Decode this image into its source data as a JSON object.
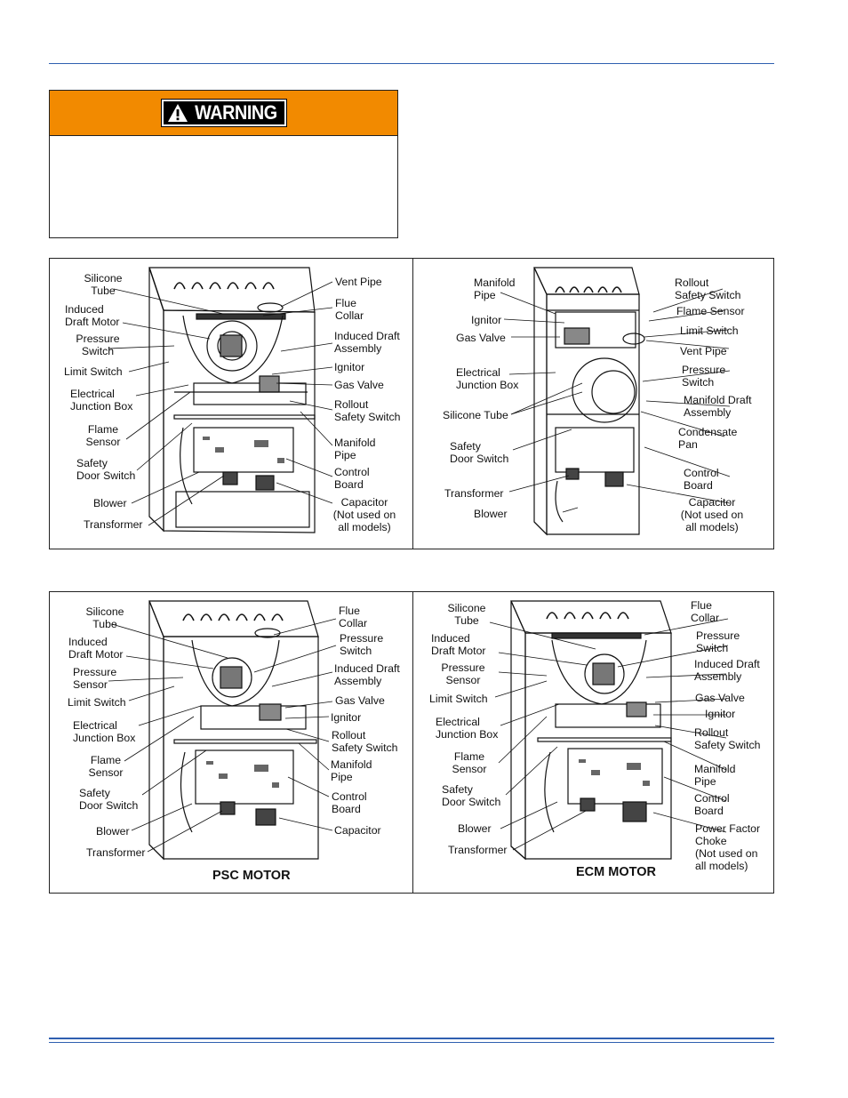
{
  "warning": {
    "title": "WARNING"
  },
  "colors": {
    "rule": "#2f5fb0",
    "warning_header": "#f28a00"
  },
  "figures": [
    {
      "labels": {
        "silicone_tube": "Silicone\nTube",
        "induced_draft_motor": "Induced\nDraft Motor",
        "pressure_switch": "Pressure\nSwitch",
        "limit_switch": "Limit Switch",
        "electrical_junction_box": "Electrical\nJunction Box",
        "flame_sensor": "Flame\nSensor",
        "safety_door_switch": "Safety\nDoor Switch",
        "blower": "Blower",
        "transformer": "Transformer",
        "vent_pipe": "Vent Pipe",
        "flue_collar": "Flue\nCollar",
        "induced_draft_assembly": "Induced Draft\nAssembly",
        "ignitor": "Ignitor",
        "gas_valve": "Gas Valve",
        "rollout_safety_switch": "Rollout\nSafety Switch",
        "manifold_pipe": "Manifold\nPipe",
        "control_board": "Control\nBoard",
        "capacitor": "Capacitor\n(Not used on\nall models)"
      }
    },
    {
      "labels": {
        "manifold_pipe": "Manifold\nPipe",
        "ignitor": "Ignitor",
        "gas_valve": "Gas Valve",
        "electrical_junction_box": "Electrical\nJunction Box",
        "silicone_tube": "Silicone Tube",
        "safety_door_switch": "Safety\nDoor Switch",
        "transformer": "Transformer",
        "blower": "Blower",
        "rollout_safety_switch": "Rollout\nSafety Switch",
        "flame_sensor": "Flame Sensor",
        "limit_switch": "Limit Switch",
        "vent_pipe": "Vent Pipe",
        "pressure_switch": "Pressure\nSwitch",
        "manifold_draft_assembly": "Manifold Draft\nAssembly",
        "condensate_pan": "Condensate\nPan",
        "control_board": "Control\nBoard",
        "capacitor": "Capacitor\n(Not used on\nall models)"
      }
    },
    {
      "caption": "PSC MOTOR",
      "labels": {
        "silicone_tube": "Silicone\nTube",
        "induced_draft_motor": "Induced\nDraft Motor",
        "pressure_sensor": "Pressure\nSensor",
        "limit_switch": "Limit Switch",
        "electrical_junction_box": "Electrical\nJunction Box",
        "flame_sensor": "Flame\nSensor",
        "safety_door_switch": "Safety\nDoor Switch",
        "blower": "Blower",
        "transformer": "Transformer",
        "flue_collar": "Flue\nCollar",
        "pressure_switch": "Pressure\nSwitch",
        "induced_draft_assembly": "Induced Draft\nAssembly",
        "gas_valve": "Gas Valve",
        "ignitor": "Ignitor",
        "rollout_safety_switch": "Rollout\nSafety Switch",
        "manifold_pipe": "Manifold\nPipe",
        "control_board": "Control\nBoard",
        "capacitor": "Capacitor"
      }
    },
    {
      "caption": "ECM MOTOR",
      "labels": {
        "silicone_tube": "Silicone\nTube",
        "induced_draft_motor": "Induced\nDraft Motor",
        "pressure_sensor": "Pressure\nSensor",
        "limit_switch": "Limit Switch",
        "electrical_junction_box": "Electrical\nJunction Box",
        "flame_sensor": "Flame\nSensor",
        "safety_door_switch": "Safety\nDoor Switch",
        "blower": "Blower",
        "transformer": "Transformer",
        "flue_collar": "Flue\nCollar",
        "pressure_switch": "Pressure\nSwitch",
        "induced_draft_assembly": "Induced Draft\nAssembly",
        "gas_valve": "Gas Valve",
        "ignitor": "Ignitor",
        "rollout_safety_switch": "Rollout\nSafety Switch",
        "manifold_pipe": "Manifold\nPipe",
        "control_board": "Control\nBoard",
        "power_factor_choke": "Power Factor\nChoke\n(Not used on\nall models)"
      }
    }
  ]
}
